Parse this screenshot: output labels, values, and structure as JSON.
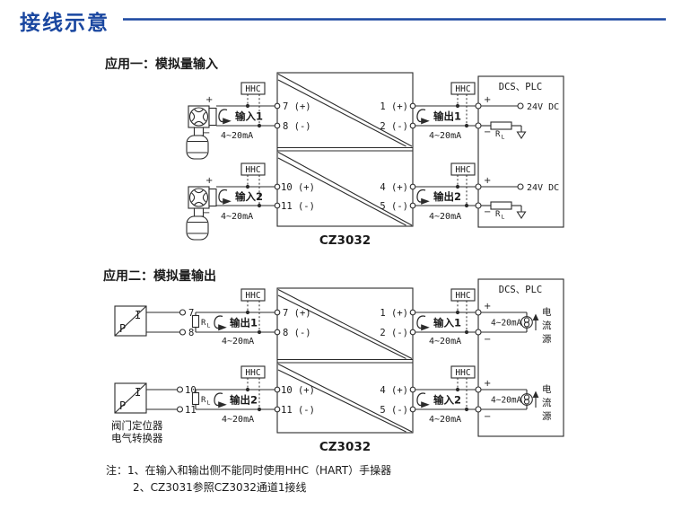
{
  "header": {
    "title": "接线示意"
  },
  "colors": {
    "title_blue": "#1a47a0",
    "diagram_ink": "#2b2b2b"
  },
  "app1": {
    "heading": "应用一：模拟量输入",
    "module_label": "CZ3032",
    "dcs_label": "DCS、PLC",
    "rows": [
      {
        "plus": "+",
        "minus": "−",
        "input_label": "输入1",
        "input_range": "4~20mA",
        "hhc_in": "HHC",
        "t_in": [
          "7 (+)",
          "8 (-)"
        ],
        "t_out": [
          "1 (+)",
          "2 (-)"
        ],
        "hhc_out": "HHC",
        "output_label": "输出1",
        "output_range": "4~20mA",
        "dcs_plus": "+",
        "dcs_minus": "−",
        "supply": "24V DC",
        "load_r": "R",
        "load_sub": "L"
      },
      {
        "plus": "+",
        "minus": "−",
        "input_label": "输入2",
        "input_range": "4~20mA",
        "hhc_in": "HHC",
        "t_in": [
          "10 (+)",
          "11 (-)"
        ],
        "t_out": [
          "4 (+)",
          "5 (-)"
        ],
        "hhc_out": "HHC",
        "output_label": "输出2",
        "output_range": "4~20mA",
        "dcs_plus": "+",
        "dcs_minus": "−",
        "supply": "24V DC",
        "load_r": "R",
        "load_sub": "L"
      }
    ]
  },
  "app2": {
    "heading": "应用二：模拟量输出",
    "module_label": "CZ3032",
    "dcs_label": "DCS、PLC",
    "device_caption": [
      "阀门定位器",
      "电气转换器"
    ],
    "rows": [
      {
        "ip_top": "I",
        "ip_bottom": "P",
        "field_terms": [
          "7",
          "8"
        ],
        "load_r": "R",
        "load_sub": "L",
        "output_label": "输出1",
        "output_range": "4~20mA",
        "hhc_out": "HHC",
        "t_in": [
          "7 (+)",
          "8 (-)"
        ],
        "t_out": [
          "1 (+)",
          "2 (-)"
        ],
        "hhc_in": "HHC",
        "input_label": "输入1",
        "input_range": "4~20mA",
        "dcs_plus": "+",
        "dcs_minus": "−",
        "source_range": "4~20mA",
        "source_chars": [
          "电",
          "流",
          "源"
        ]
      },
      {
        "ip_top": "I",
        "ip_bottom": "P",
        "field_terms": [
          "10",
          "11"
        ],
        "load_r": "R",
        "load_sub": "L",
        "output_label": "输出2",
        "output_range": "4~20mA",
        "hhc_out": "HHC",
        "t_in": [
          "10 (+)",
          "11 (-)"
        ],
        "t_out": [
          "4 (+)",
          "5 (-)"
        ],
        "hhc_in": "HHC",
        "input_label": "输入2",
        "input_range": "4~20mA",
        "dcs_plus": "+",
        "dcs_minus": "−",
        "source_range": "4~20mA",
        "source_chars": [
          "电",
          "流",
          "源"
        ]
      }
    ]
  },
  "notes": {
    "line1": "注：1、在输入和输出侧不能同时使用HHC（HART）手操器",
    "line2": "2、CZ3031参照CZ3032通道1接线"
  }
}
